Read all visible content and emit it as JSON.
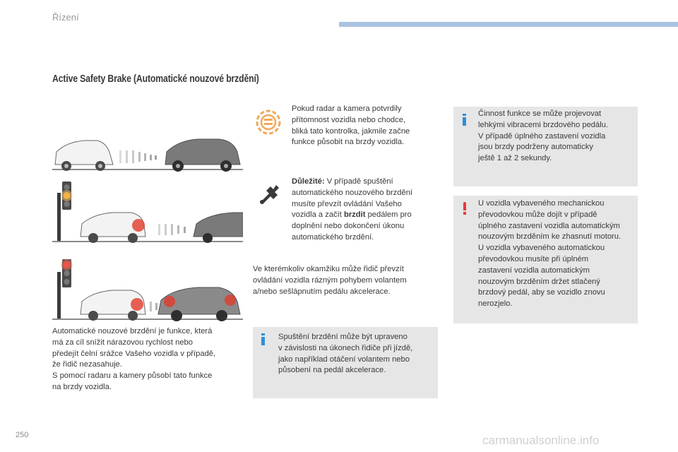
{
  "header": {
    "section": "Řízení",
    "title": "Active Safety Brake (Automatické nouzové brzdění)"
  },
  "left": {
    "text_lines": [
      "Automatické nouzové brzdění je funkce, která",
      "má za cíl snížit nárazovou rychlost nebo",
      "předejít čelní srážce Vašeho vozidla v případě,",
      "že řidič nezasahuje.",
      "S pomocí radaru a kamery působí tato funkce",
      "na brzdy vozidla."
    ]
  },
  "middle": {
    "alert_lines": [
      "Pokud radar a kamera potvrdily",
      "přítomnost vozidla nebo chodce,",
      "bliká tato kontrolka, jakmile začne",
      "funkce působit na brzdy vozidla."
    ],
    "important_label": "Důležité:",
    "important_first": "V případě spuštění",
    "important_lines": [
      "automatického nouzového brzdění",
      "musíte převzít ovládání Vašeho"
    ],
    "important_pre": "vozidla a začít",
    "important_bold": "brzdit",
    "important_post": "pedálem pro",
    "important_tail": [
      "doplnění nebo dokončení úkonu",
      "automatického brzdění."
    ],
    "override_lines": [
      "Ve kterémkoliv okamžiku může řidič převzít",
      "ovládání vozidla rázným pohybem volantem",
      "a/nebo sešlápnutím pedálu akcelerace."
    ],
    "info_lines": [
      "Spuštění brzdění může být upraveno",
      "v závislosti na úkonech řidiče při jízdě,",
      "jako například otáčení volantem nebo",
      "působení na pedál akcelerace."
    ]
  },
  "right": {
    "info_lines": [
      "Činnost funkce se může projevovat",
      "lehkými vibracemi brzdového pedálu.",
      "V případě úplného zastavení vozidla",
      "jsou brzdy podrženy automaticky",
      "ještě 1 až 2 sekundy."
    ],
    "warning_lines": [
      "U vozidla vybaveného mechanickou",
      "převodovkou může dojít v případě",
      "úplného zastavení vozidla automatickým",
      "nouzovým brzděním ke zhasnutí motoru.",
      "U vozidla vybaveného automatickou",
      "převodovkou musíte při úplném",
      "zastavení vozidla automatickým",
      "nouzovým brzděním držet stlačený",
      "brzdový pedál, aby se vozidlo znovu",
      "nerozjelo."
    ]
  },
  "footer": {
    "page_number": "250",
    "watermark": "carmanualsonline.info"
  },
  "colors": {
    "accent_blue": "#a9c3e1",
    "info_blue": "#2f8fd8",
    "warning_red": "#e63b3b",
    "alert_orange": "#f0a95a",
    "box_gray": "#e6e6e6"
  }
}
